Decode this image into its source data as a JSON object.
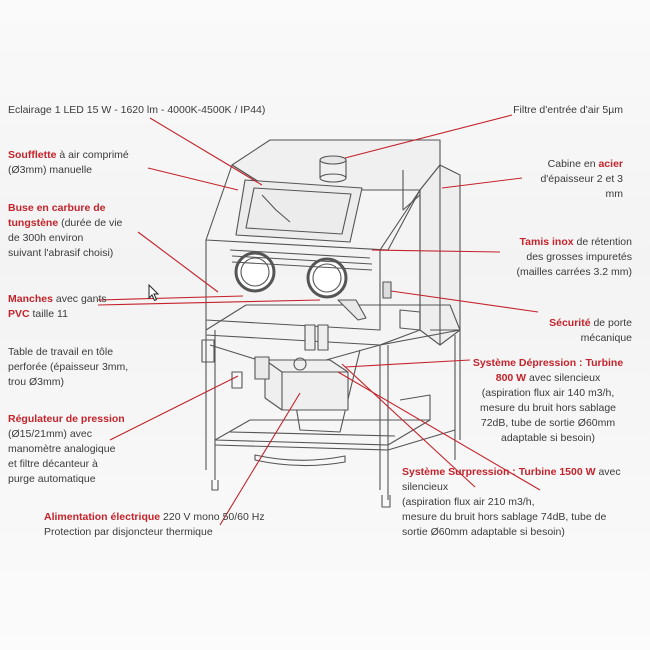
{
  "labels": {
    "eclairage": "Eclairage 1 LED 15 W - 1620 lm - 4000K-4500K / IP44)",
    "filtre": "Filtre d'entrée d'air 5µm",
    "soufflette_title": "Soufflette",
    "soufflette_text": " à air comprimé",
    "soufflette_line2": "(Ø3mm) manuelle",
    "cabine_text": "Cabine en ",
    "cabine_title": "acier",
    "cabine_line2": "d'épaisseur 2 et 3",
    "cabine_line3": "mm",
    "buse_title1": "Buse en carbure de",
    "buse_title2": "tungstène",
    "buse_text2": " (durée de vie",
    "buse_line3": "de 300h environ",
    "buse_line4": "suivant l'abrasif choisi)",
    "tamis_title": "Tamis inox",
    "tamis_text": " de rétention",
    "tamis_line2": "des grosses impuretés",
    "tamis_line3": "(mailles carrées 3.2 mm)",
    "manches_title": "Manches",
    "manches_text": " avec gants",
    "manches_title2": "PVC",
    "manches_text2": " taille 11",
    "securite_title": "Sécurité",
    "securite_text": " de porte",
    "securite_line2": "mécanique",
    "table_line1": "Table de travail en tôle",
    "table_line2": "perforée (épaisseur 3mm,",
    "table_line3": "trou Ø3mm)",
    "depression_title1": "Système Dépression : Turbine",
    "depression_title2": "800 W",
    "depression_text2": " avec silencieux",
    "depression_line3": "(aspiration flux air 140 m3/h,",
    "depression_line4": "mesure du bruit hors sablage",
    "depression_line5": "72dB, tube de sortie Ø60mm",
    "depression_line6": "adaptable si besoin)",
    "regulateur_title": "Régulateur de pression",
    "regulateur_line2": "(Ø15/21mm) avec",
    "regulateur_line3": "manomètre analogique",
    "regulateur_line4": "et filtre décanteur à",
    "regulateur_line5": "purge automatique",
    "surpression_title": "Système Surpression : Turbine 1500 W",
    "surpression_text1": " avec",
    "surpression_line2": "silencieux",
    "surpression_line3": "(aspiration flux air 210 m3/h,",
    "surpression_line4": "mesure du bruit hors sablage 74dB, tube de",
    "surpression_line5": "sortie Ø60mm adaptable si besoin)",
    "alim_title": "Alimentation électrique",
    "alim_text": " 220 V mono 50/60 Hz",
    "alim_line2": "Protection par disjoncteur thermique"
  },
  "colors": {
    "accent": "#c4232b",
    "text": "#3b3b3b",
    "drawing": "#4a4a4a"
  }
}
